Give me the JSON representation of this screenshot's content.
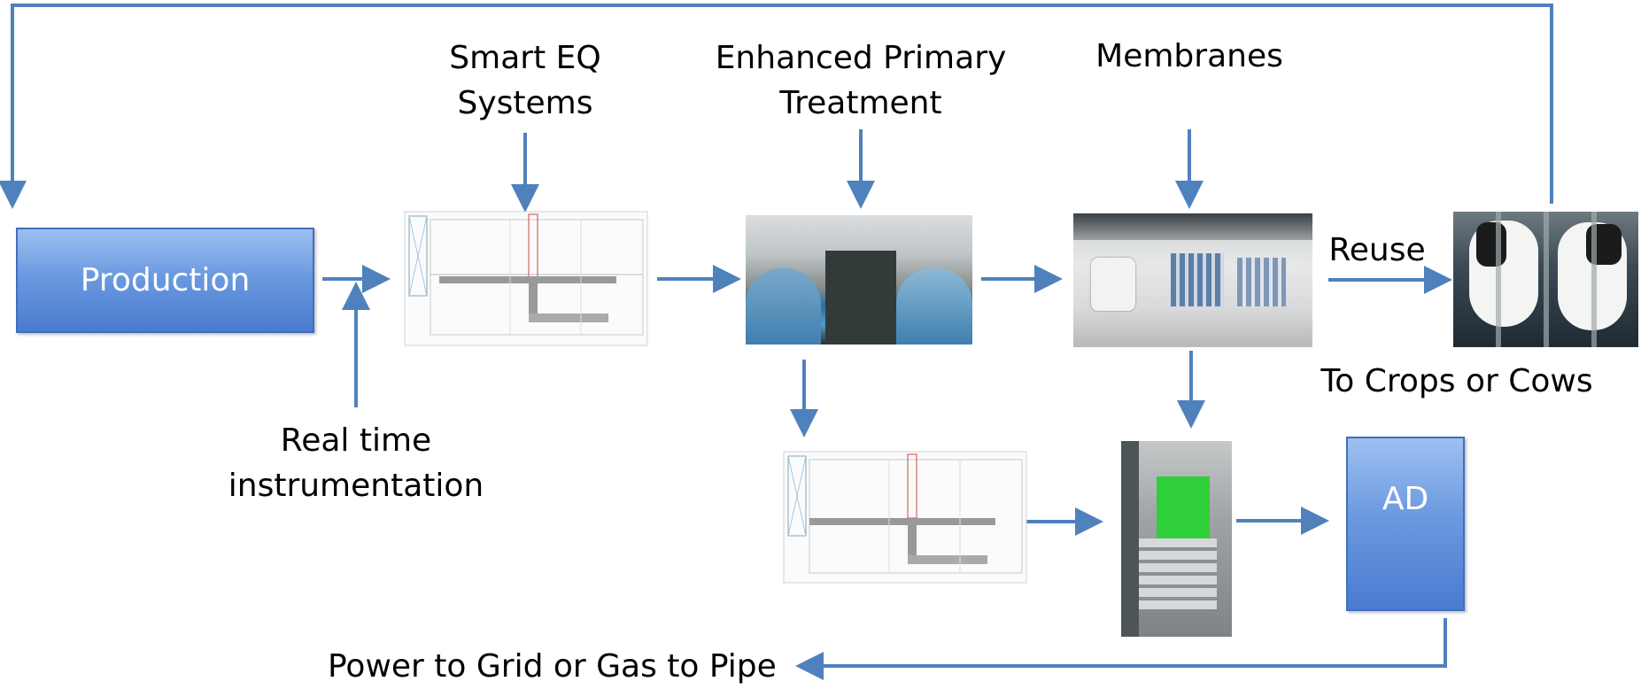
{
  "labels": {
    "smart_eq": "Smart EQ\nSystems",
    "enhanced_primary": "Enhanced Primary\nTreatment",
    "membranes": "Membranes",
    "reuse": "Reuse",
    "to_crops": "To Crops or Cows",
    "real_time": "Real time\ninstrumentation",
    "power_to_grid": "Power to Grid or Gas to Pipe"
  },
  "boxes": {
    "production": "Production",
    "ad": "AD"
  },
  "colors": {
    "arrow": "#4f81bd",
    "box_border": "#3f6fbf"
  }
}
